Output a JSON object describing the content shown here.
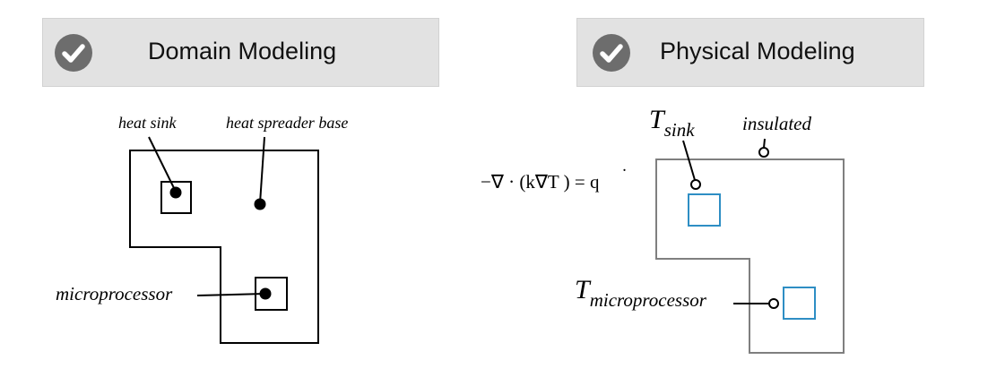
{
  "headers": {
    "domain": {
      "label": "Domain Modeling",
      "icon": "check-circle-icon"
    },
    "physical": {
      "label": "Physical Modeling",
      "icon": "check-circle-icon"
    }
  },
  "domain_diagram": {
    "labels": {
      "heat_sink": "heat sink",
      "heat_spreader_base": "heat spreader base",
      "microprocessor": "microprocessor"
    }
  },
  "physical_diagram": {
    "equation": "−∇ · (k∇T ) = q",
    "equation_dot_char": "˙",
    "t_sink": {
      "main": "T",
      "sub": "sink"
    },
    "insulated": "insulated",
    "t_micro": {
      "main": "T",
      "sub": "microprocessor"
    }
  },
  "colors": {
    "header_bg": "#e2e2e2",
    "icon": "#6d6d6d",
    "outline_domain": "#000000",
    "outline_physical": "#7f7f7f",
    "boundary_blue": "#2e8ec4"
  }
}
